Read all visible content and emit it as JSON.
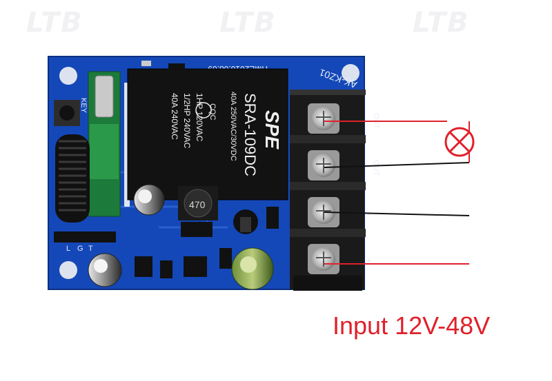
{
  "caption": "Input 12V-48V",
  "watermark": "LTB",
  "board": {
    "model_label": "AK-KZ01",
    "date_label": "TIME2016.08.09",
    "key_label": "KEY",
    "inductor_label": "470",
    "jumper_labels": [
      "L",
      "G",
      "T"
    ],
    "terminal_labels": [
      "OUT",
      "OUT",
      "-",
      "+"
    ]
  },
  "relay": {
    "brand": "SPE",
    "model": "SRA-109DC",
    "ratings_left": [
      "1HP 120VAC",
      "1/2HP 240VAC",
      "40A 240VAC"
    ],
    "ratings_right": [
      "40A 250VAC/30VDC"
    ],
    "cert": "CQC"
  },
  "lamp": {
    "icon": "lamp-symbol-icon",
    "color": "#e0202a"
  },
  "wires": {
    "red": "#e0202a",
    "black": "#111111"
  },
  "colors": {
    "pcb": "#1448b8",
    "terminal": "#1a1a1a",
    "relay": "#121212"
  }
}
